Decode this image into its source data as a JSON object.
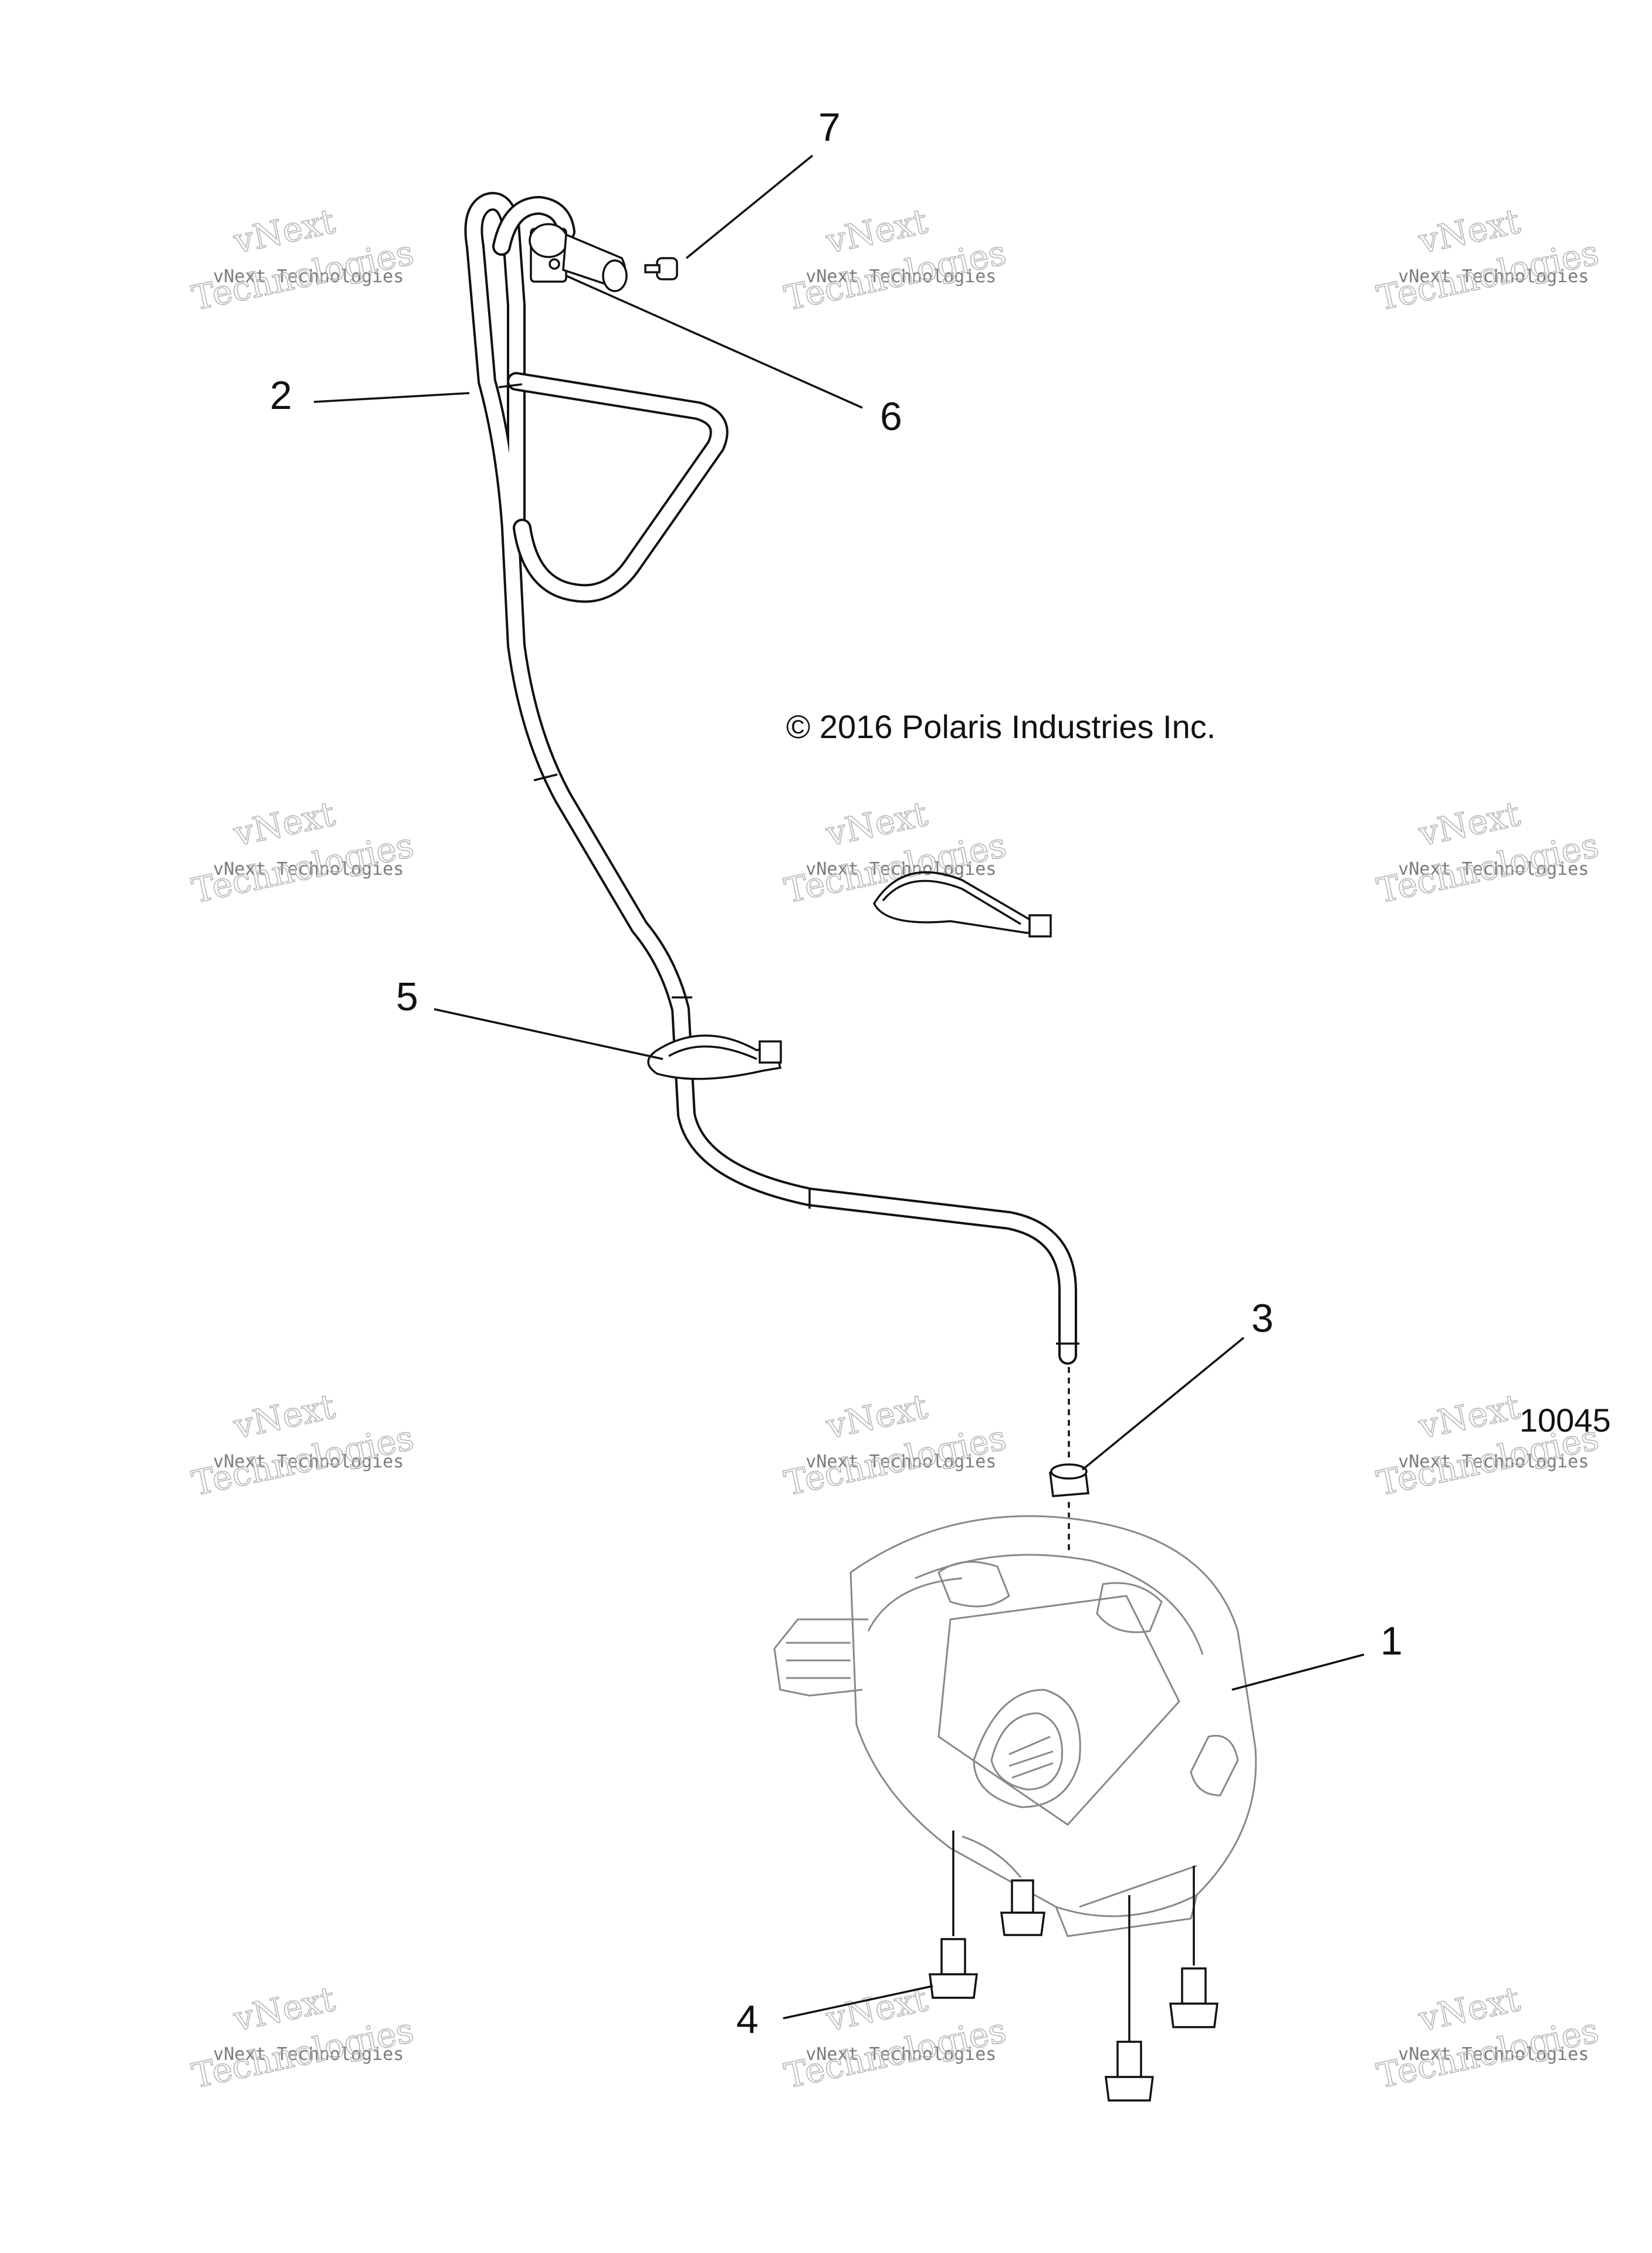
{
  "callouts": [
    {
      "id": "1",
      "label": "1"
    },
    {
      "id": "2",
      "label": "2"
    },
    {
      "id": "3",
      "label": "3"
    },
    {
      "id": "4",
      "label": "4"
    },
    {
      "id": "5",
      "label": "5"
    },
    {
      "id": "6",
      "label": "6"
    },
    {
      "id": "7",
      "label": "7"
    }
  ],
  "copyright": "© 2016 Polaris Industries Inc.",
  "diagram_id": "10045",
  "watermark": {
    "line1": "vNext",
    "line2": "vNext Technologies",
    "line3": "Technologies"
  }
}
